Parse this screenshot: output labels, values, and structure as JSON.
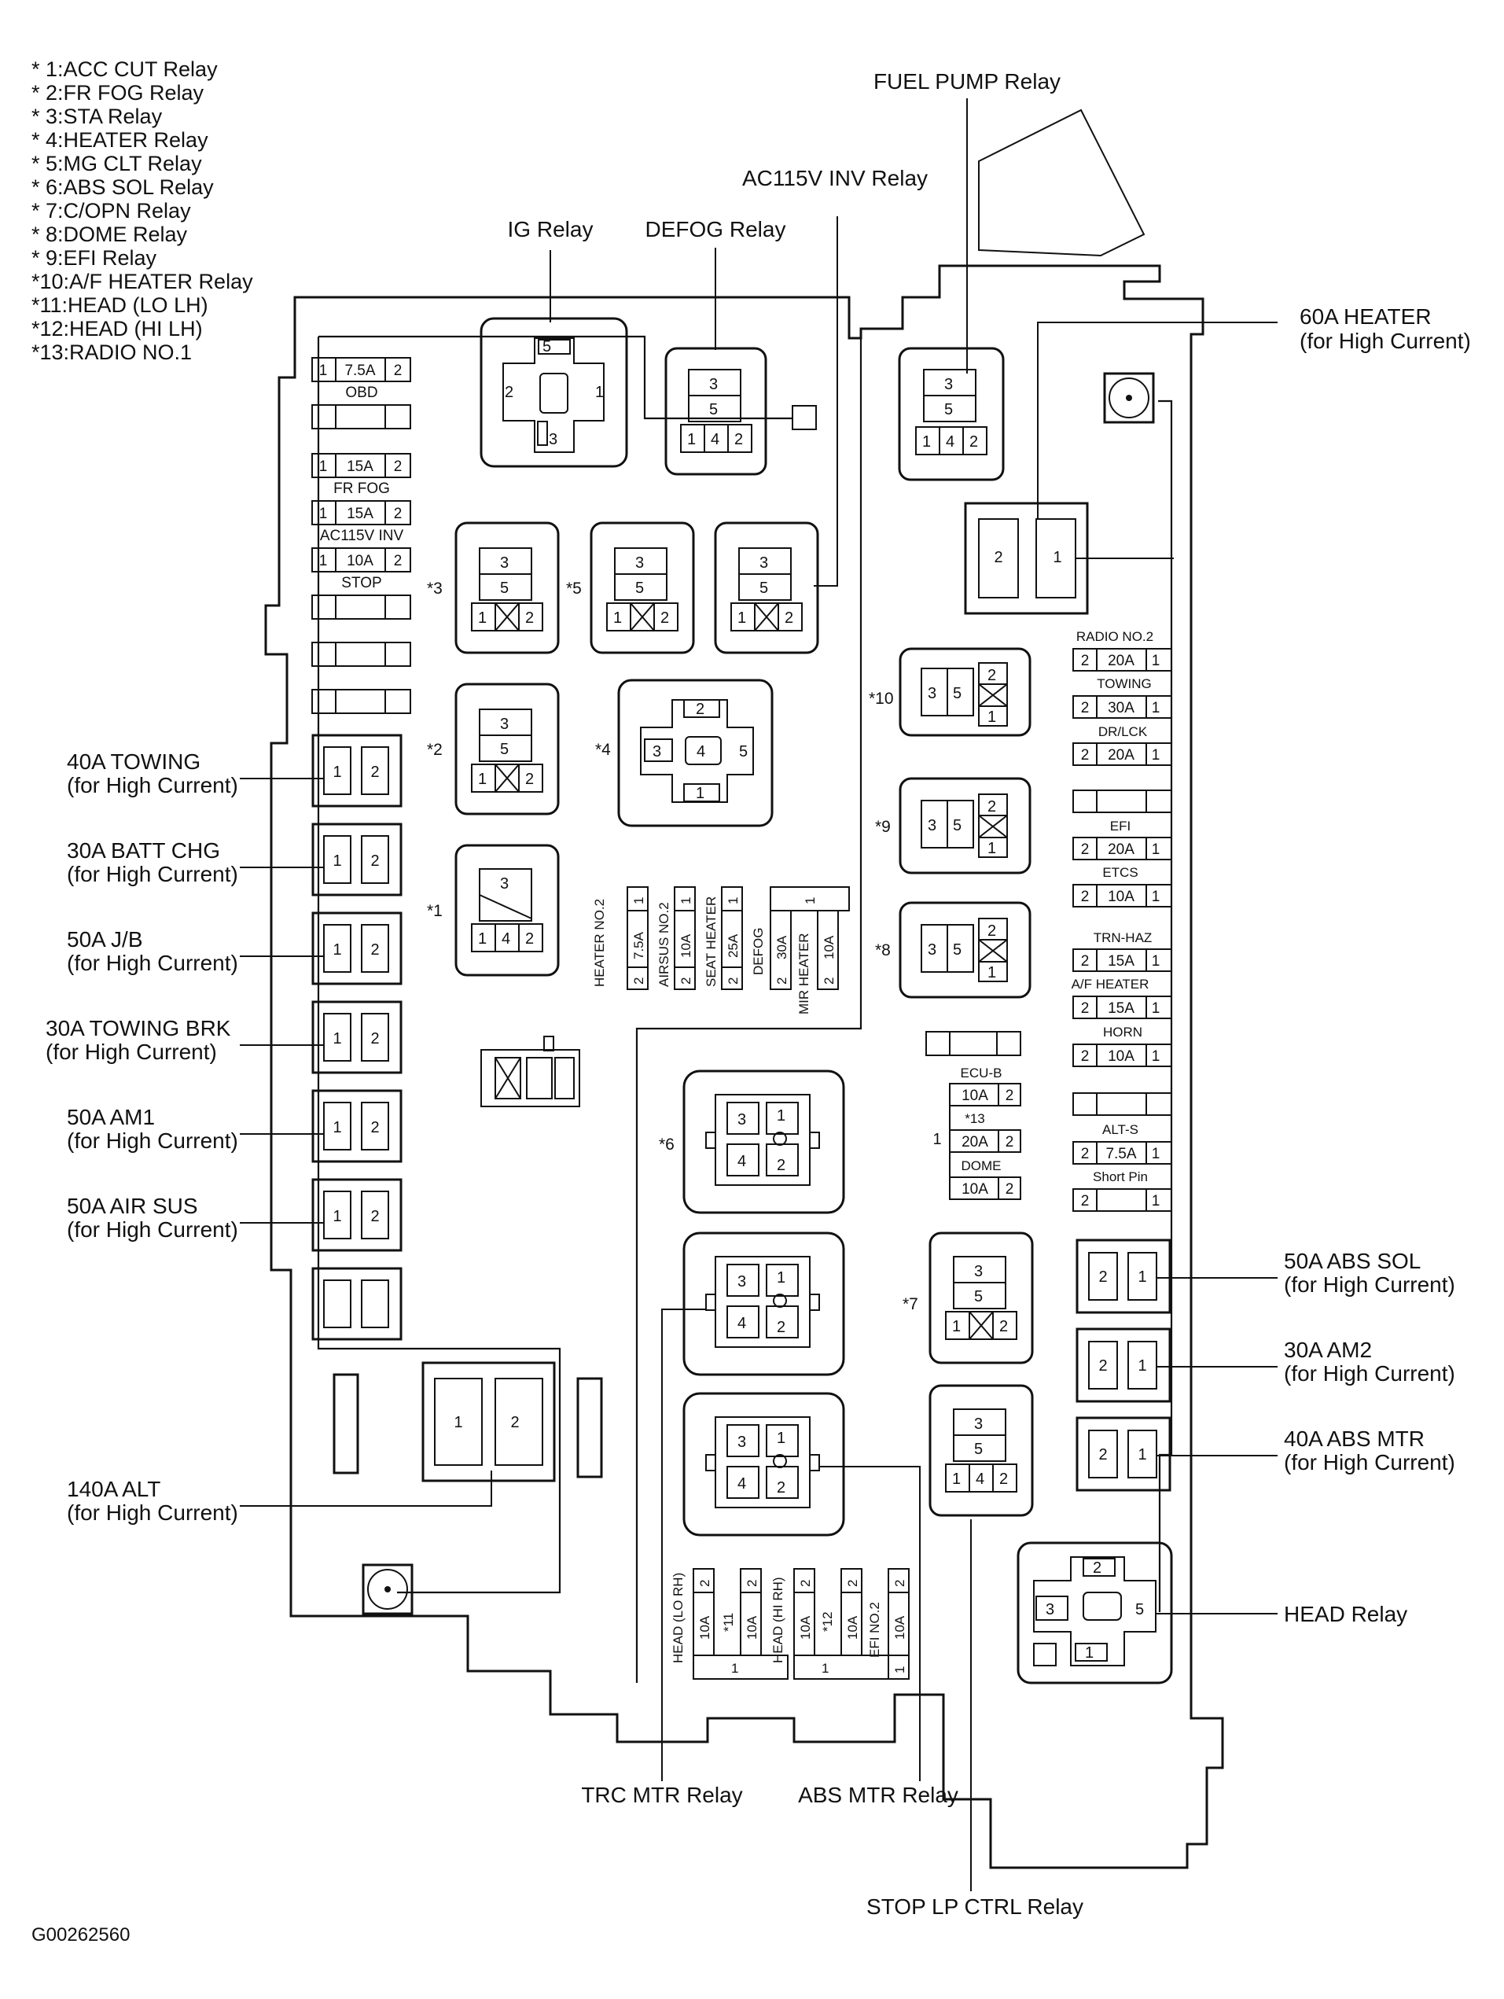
{
  "legend": [
    "* 1:ACC CUT Relay",
    "* 2:FR FOG Relay",
    "* 3:STA Relay",
    "* 4:HEATER Relay",
    "* 5:MG CLT Relay",
    "* 6:ABS SOL Relay",
    "* 7:C/OPN Relay",
    "* 8:DOME Relay",
    "* 9:EFI Relay",
    "*10:A/F HEATER Relay",
    "*11:HEAD (LO LH)",
    "*12:HEAD (HI LH)",
    "*13:RADIO NO.1"
  ],
  "figure_id": "G00262560",
  "callouts": {
    "fuel_pump": "FUEL PUMP Relay",
    "ac115v_inv": "AC115V INV Relay",
    "ig": "IG Relay",
    "defog": "DEFOG Relay",
    "heater60": "60A HEATER",
    "towing40": "40A TOWING",
    "batt_chg30": "30A BATT CHG",
    "jb50": "50A J/B",
    "towing_brk30": "30A TOWING BRK",
    "am1_50": "50A AM1",
    "air_sus50": "50A AIR SUS",
    "alt140": "140A ALT",
    "abs_sol50": "50A ABS SOL",
    "am2_30": "30A AM2",
    "abs_mtr40": "40A ABS MTR",
    "head_relay": "HEAD Relay",
    "trc_mtr": "TRC MTR Relay",
    "abs_mtr": "ABS MTR Relay",
    "stop_lp_ctrl": "STOP LP CTRL Relay",
    "high_current": "(for High Current)"
  },
  "relay_marks": [
    "*1",
    "*2",
    "*3",
    "*4",
    "*5",
    "*6",
    "*7",
    "*8",
    "*9",
    "*10"
  ],
  "left_fuses": {
    "obd": {
      "amp": "7.5A",
      "name": "OBD"
    },
    "fr_fog": {
      "amp": "15A",
      "name": "FR FOG"
    },
    "ac115v_inv": {
      "amp": "15A",
      "name": "AC115V INV"
    },
    "stop": {
      "amp": "10A",
      "name": "STOP"
    }
  },
  "center_fuses": {
    "heater_no2": {
      "name": "HEATER NO.2",
      "amp": "7.5A"
    },
    "airsus_no2": {
      "name": "AIRSUS NO.2",
      "amp": "10A"
    },
    "seat_heater": {
      "name": "SEAT HEATER",
      "amp": "25A"
    },
    "defog": {
      "name": "DEFOG",
      "amp": "30A"
    },
    "mir_heater": {
      "name": "MIR HEATER",
      "amp": "10A"
    }
  },
  "right_fuses": {
    "radio_no2": {
      "name": "RADIO NO.2",
      "amp": "20A"
    },
    "towing": {
      "name": "TOWING",
      "amp": "30A"
    },
    "dr_lck": {
      "name": "DR/LCK",
      "amp": "20A"
    },
    "efi": {
      "name": "EFI",
      "amp": "20A"
    },
    "etcs": {
      "name": "ETCS",
      "amp": "10A"
    },
    "trn_haz": {
      "name": "TRN-HAZ",
      "amp": "15A"
    },
    "af_heater": {
      "name": "A/F HEATER",
      "amp": "15A"
    },
    "horn": {
      "name": "HORN",
      "amp": "10A"
    },
    "alt_s": {
      "name": "ALT-S",
      "amp": "7.5A"
    },
    "short_pin": {
      "name": "Short Pin"
    }
  },
  "mid_fuses": {
    "ecu_b": {
      "name": "ECU-B",
      "amp": "10A"
    },
    "radio_no1": {
      "name": "*13",
      "amp": "20A"
    },
    "dome": {
      "name": "DOME",
      "amp": "10A"
    }
  },
  "bottom_fuses": {
    "head_lo_rh": {
      "name": "HEAD (LO RH)",
      "amp": "10A"
    },
    "head_lo_lh": {
      "name": "*11",
      "amp": "10A"
    },
    "head_hi_rh": {
      "name": "HEAD (HI RH)",
      "amp": "10A"
    },
    "head_hi_lh": {
      "name": "*12",
      "amp": "10A"
    },
    "efi_no2": {
      "name": "EFI NO.2",
      "amp": "10A"
    }
  },
  "pins": {
    "p1": "1",
    "p2": "2",
    "p3": "3",
    "p4": "4",
    "p5": "5"
  }
}
